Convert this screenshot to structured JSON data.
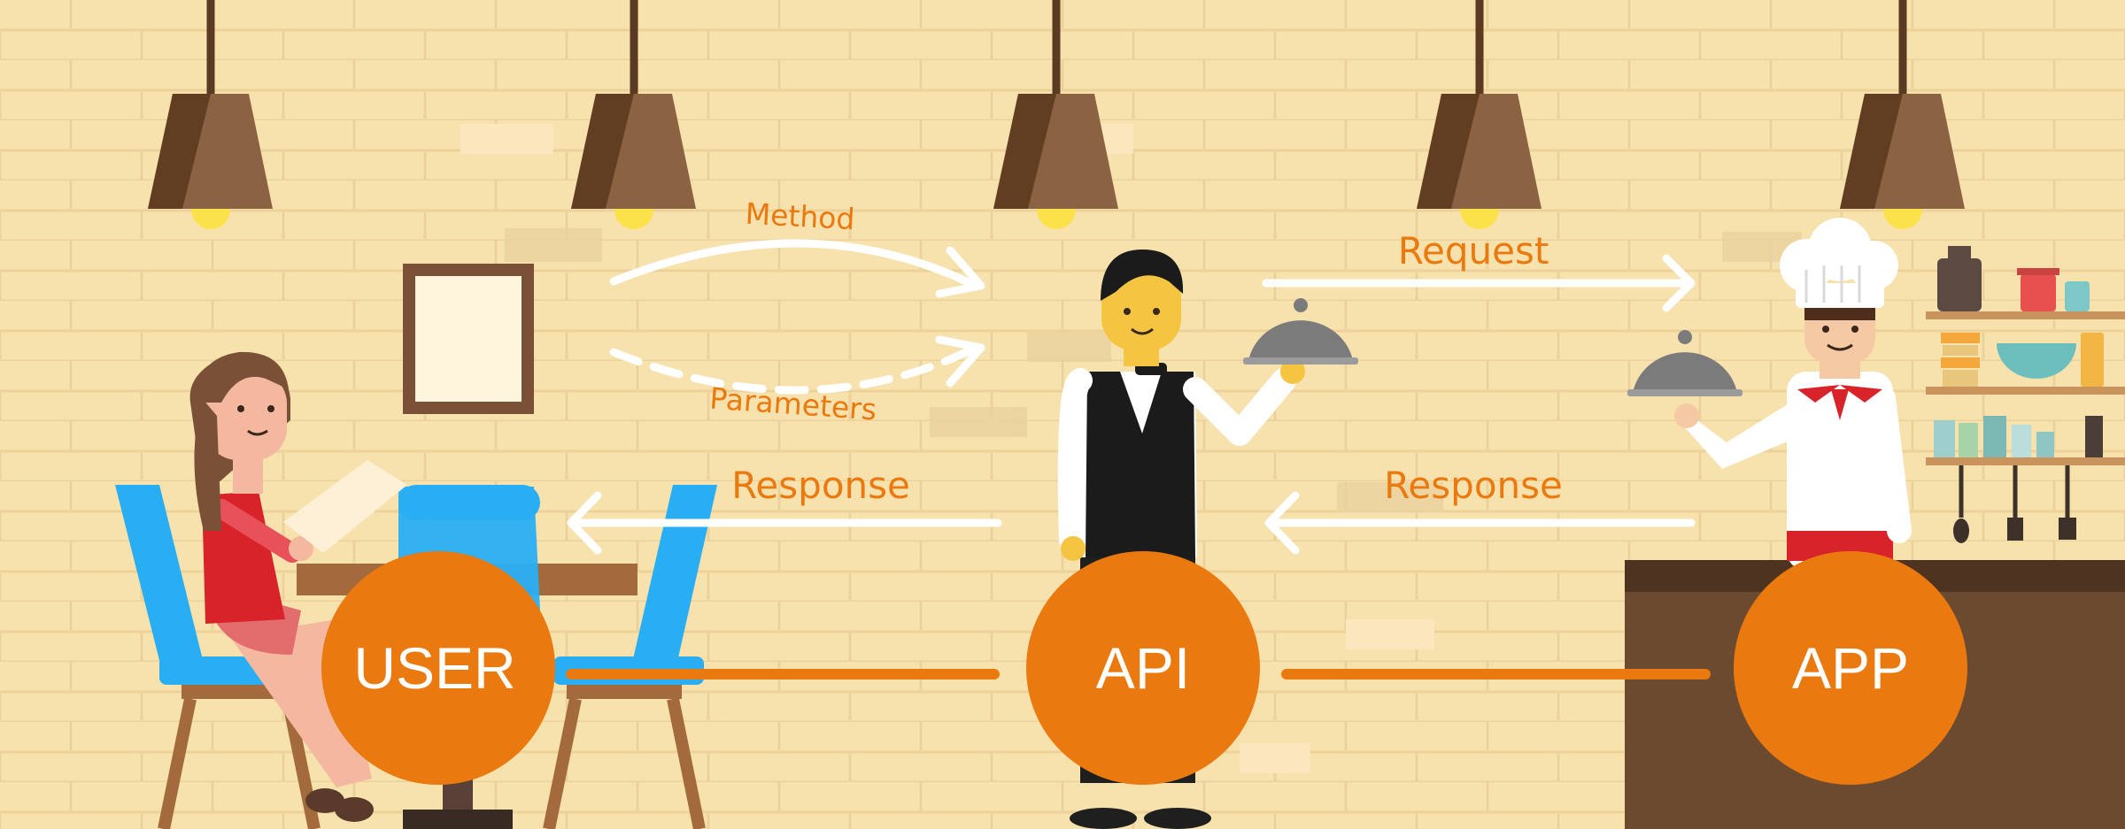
{
  "diagram": {
    "nodes": {
      "user": "USER",
      "api": "API",
      "app": "APP"
    },
    "labels": {
      "method": "Method",
      "parameters": "Parameters",
      "request": "Request",
      "response_left": "Response",
      "response_right": "Response"
    }
  },
  "colors": {
    "background": "#f7e1ad",
    "accent": "#ea7a0f",
    "arrow": "#ffffff",
    "counter": "#6b4a30"
  },
  "icons": [
    "pendant-lamp",
    "picture-frame",
    "woman",
    "chair",
    "table",
    "waiter",
    "cloche",
    "chef",
    "kitchen-shelf",
    "counter"
  ]
}
